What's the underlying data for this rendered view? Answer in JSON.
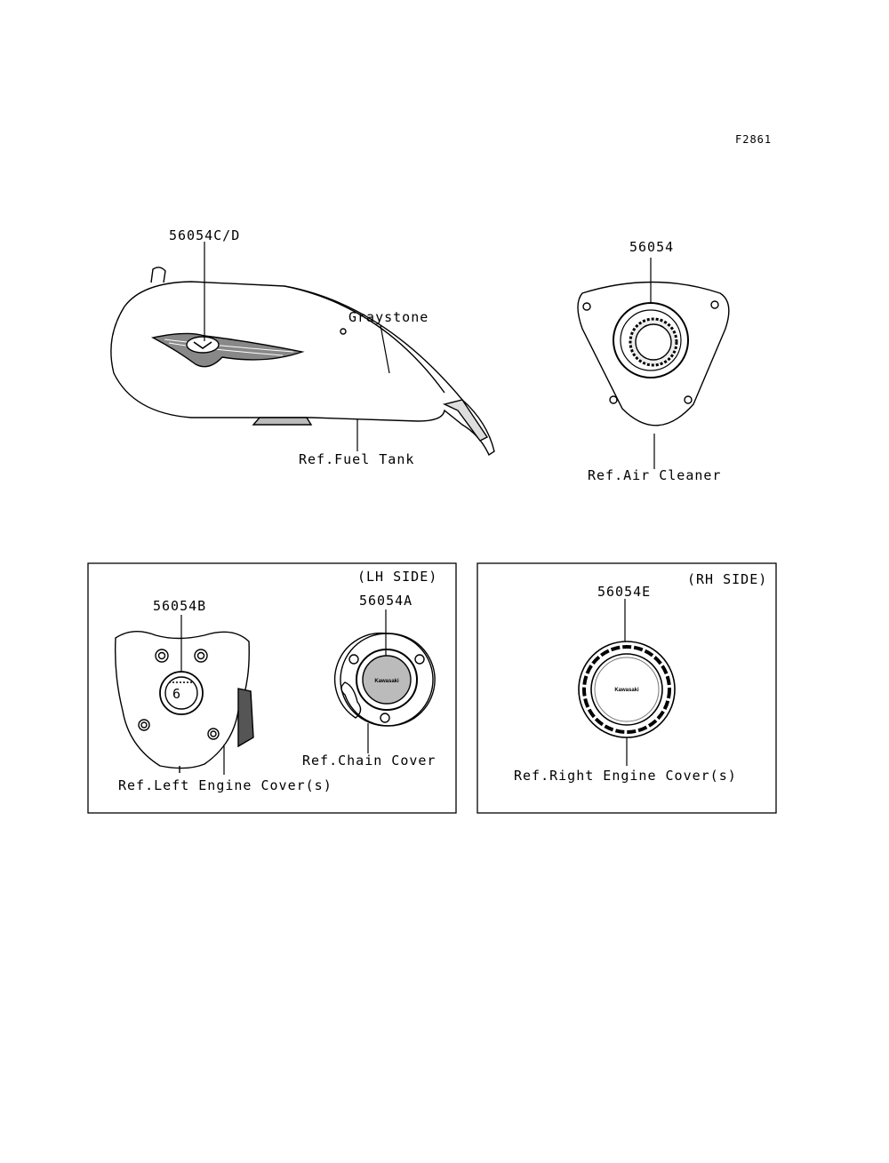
{
  "figure_code": "F2861",
  "top": {
    "tank_part": "56054C/D",
    "tank_color": "Graystone",
    "tank_ref": "Ref.Fuel Tank",
    "air_part": "56054",
    "air_ref": "Ref.Air Cleaner"
  },
  "lh_box": {
    "title": "(LH SIDE)",
    "left_part": "56054B",
    "left_ref": "Ref.Left Engine Cover(s)",
    "chain_part": "56054A",
    "chain_ref": "Ref.Chain Cover",
    "badge_logo": "Kawasaki",
    "gauge_number": "6"
  },
  "rh_box": {
    "title": "(RH SIDE)",
    "right_part": "56054E",
    "right_ref": "Ref.Right Engine Cover(s)",
    "badge_logo": "Kawasaki"
  }
}
